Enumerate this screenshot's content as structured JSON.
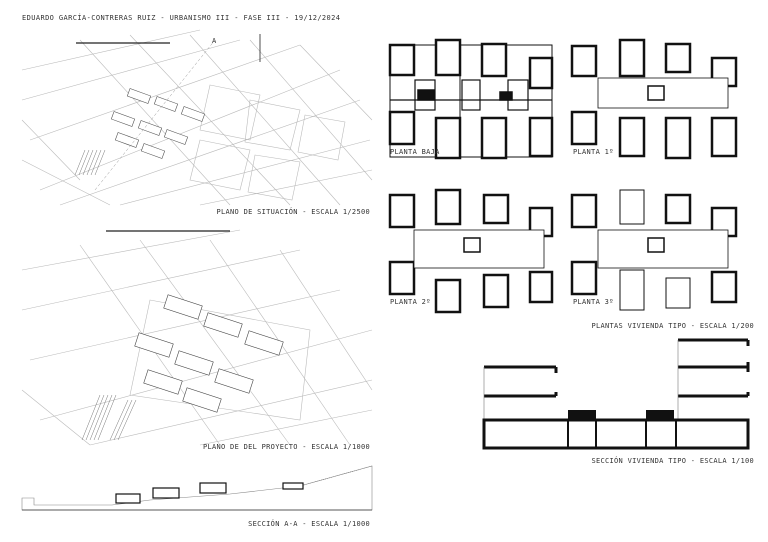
{
  "header": {
    "title": "EDUARDO GARCÍA-CONTRERAS RUIZ - URBANISMO III - FASE III - 19/12/2024"
  },
  "site_plan": {
    "label": "PLANO DE SITUACIÓN - ESCALA 1/2500",
    "section_marker": "A"
  },
  "project_plan": {
    "label": "PLANO DE DEL PROYECTO - ESCALA 1/1000"
  },
  "section_aa": {
    "label": "SECCIÓN A-A - ESCALA 1/1000"
  },
  "floor_plans": {
    "planta_baja": "PLANTA BAJA",
    "planta_1": "PLANTA 1º",
    "planta_2": "PLANTA 2º",
    "planta_3": "PLANTA 3º",
    "group_label": "PLANTAS VIVIENDA TIPO - ESCALA 1/200"
  },
  "typical_section": {
    "label": "SECCIÓN VIVIENDA TIPO - ESCALA 1/100"
  }
}
